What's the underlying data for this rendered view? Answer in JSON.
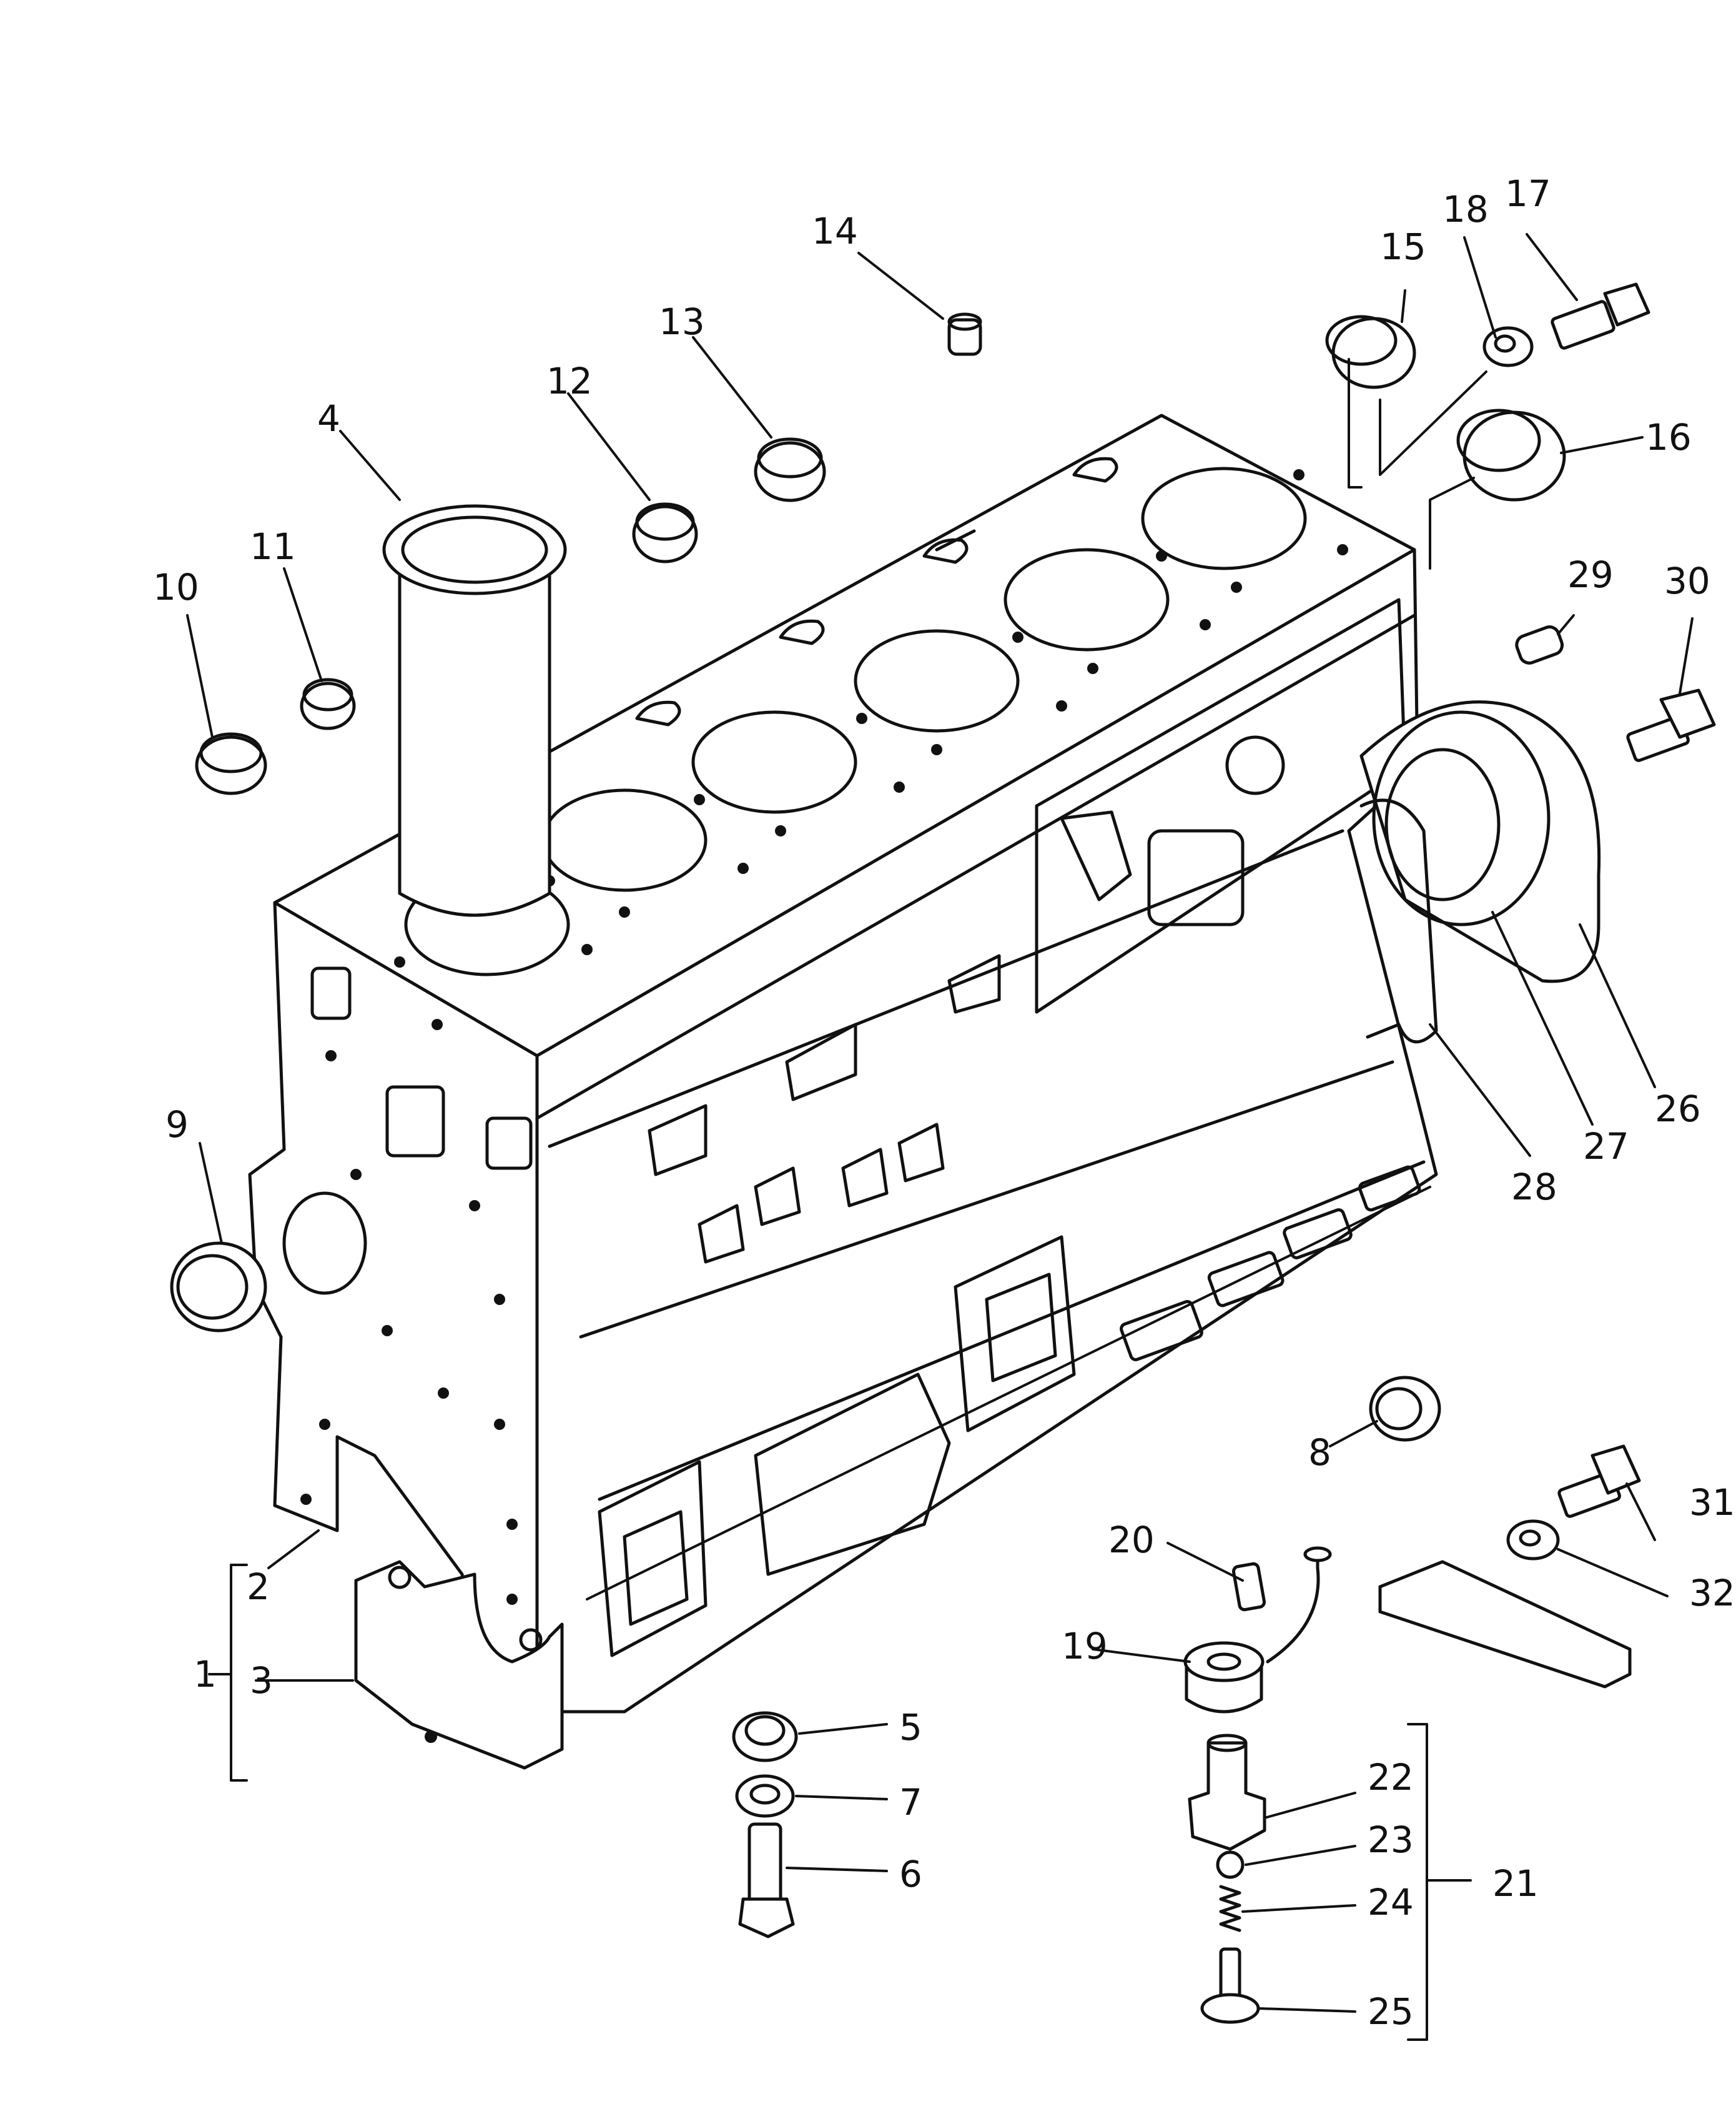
{
  "diagram": {
    "callouts": [
      {
        "id": "c1",
        "text": "1"
      },
      {
        "id": "c2",
        "text": "2"
      },
      {
        "id": "c3",
        "text": "3"
      },
      {
        "id": "c4",
        "text": "4"
      },
      {
        "id": "c5",
        "text": "5"
      },
      {
        "id": "c6",
        "text": "6"
      },
      {
        "id": "c7",
        "text": "7"
      },
      {
        "id": "c8",
        "text": "8"
      },
      {
        "id": "c9",
        "text": "9"
      },
      {
        "id": "c10",
        "text": "10"
      },
      {
        "id": "c11",
        "text": "11"
      },
      {
        "id": "c12",
        "text": "12"
      },
      {
        "id": "c13",
        "text": "13"
      },
      {
        "id": "c14",
        "text": "14"
      },
      {
        "id": "c15",
        "text": "15"
      },
      {
        "id": "c16",
        "text": "16"
      },
      {
        "id": "c17",
        "text": "17"
      },
      {
        "id": "c18",
        "text": "18"
      },
      {
        "id": "c19",
        "text": "19"
      },
      {
        "id": "c20",
        "text": "20"
      },
      {
        "id": "c21",
        "text": "21"
      },
      {
        "id": "c22",
        "text": "22"
      },
      {
        "id": "c23",
        "text": "23"
      },
      {
        "id": "c24",
        "text": "24"
      },
      {
        "id": "c25",
        "text": "25"
      },
      {
        "id": "c26",
        "text": "26"
      },
      {
        "id": "c27",
        "text": "27"
      },
      {
        "id": "c28",
        "text": "28"
      },
      {
        "id": "c29",
        "text": "29"
      },
      {
        "id": "c30",
        "text": "30"
      },
      {
        "id": "c31",
        "text": "31"
      },
      {
        "id": "c32",
        "text": "32"
      }
    ]
  }
}
